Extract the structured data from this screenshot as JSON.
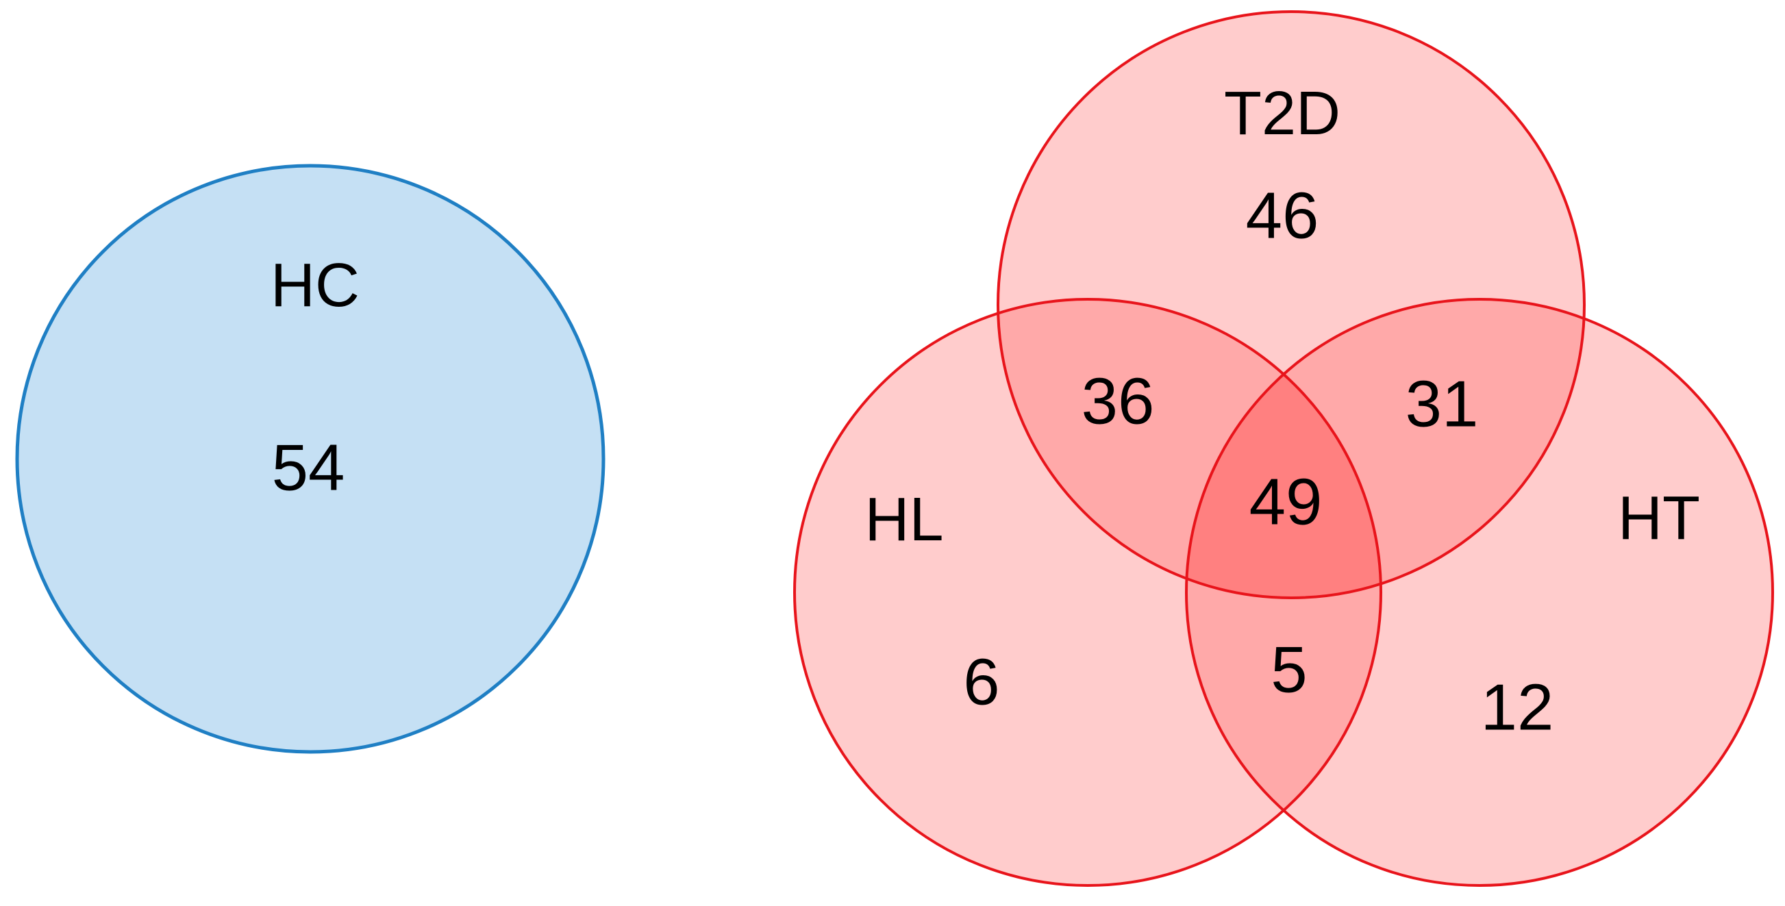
{
  "colors": {
    "healthy_fill": "#c5e0f4",
    "healthy_stroke": "#1f7fc4",
    "disease_fill": "#ffcccc",
    "disease_stroke": "#e8141b",
    "overlap_pair": "#ffa9a9",
    "overlap_triple": "#ff8080"
  },
  "sets": {
    "hc": {
      "label": "HC",
      "count": "54"
    },
    "t2d": {
      "label": "T2D",
      "count": "46"
    },
    "hl": {
      "label": "HL",
      "count": "6"
    },
    "ht": {
      "label": "HT",
      "count": "12"
    }
  },
  "intersections": {
    "t2d_hl": "36",
    "t2d_ht": "31",
    "hl_ht": "5",
    "t2d_hl_ht": "49"
  }
}
